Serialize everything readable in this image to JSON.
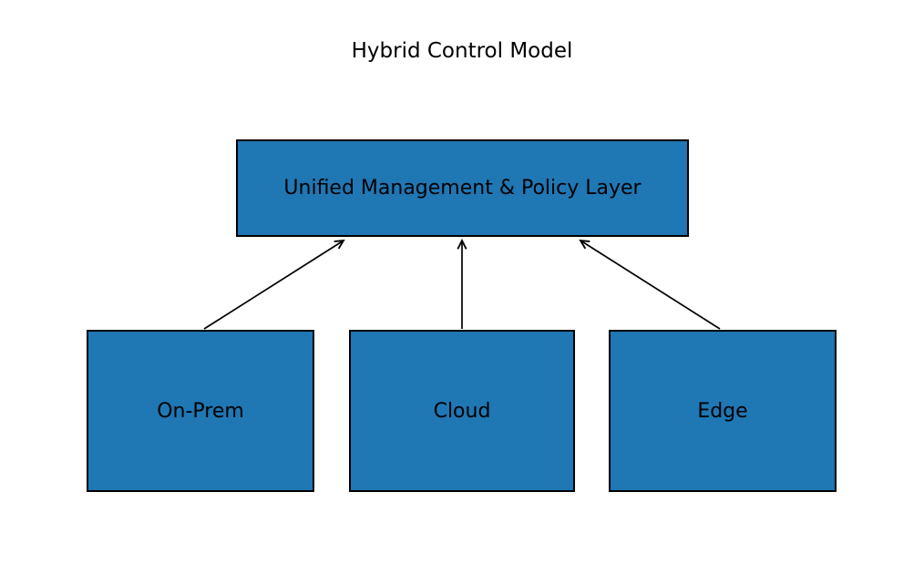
{
  "diagram": {
    "title": "Hybrid Control Model",
    "colors": {
      "node_fill": "#1f77b4",
      "node_border": "#000000",
      "text": "#000000",
      "arrow": "#000000",
      "background": "#ffffff"
    },
    "nodes": [
      {
        "id": "management",
        "label": "Unified Management & Policy Layer"
      },
      {
        "id": "onprem",
        "label": "On-Prem"
      },
      {
        "id": "cloud",
        "label": "Cloud"
      },
      {
        "id": "edge",
        "label": "Edge"
      }
    ],
    "edges": [
      {
        "from": "onprem",
        "to": "management"
      },
      {
        "from": "cloud",
        "to": "management"
      },
      {
        "from": "edge",
        "to": "management"
      }
    ]
  }
}
